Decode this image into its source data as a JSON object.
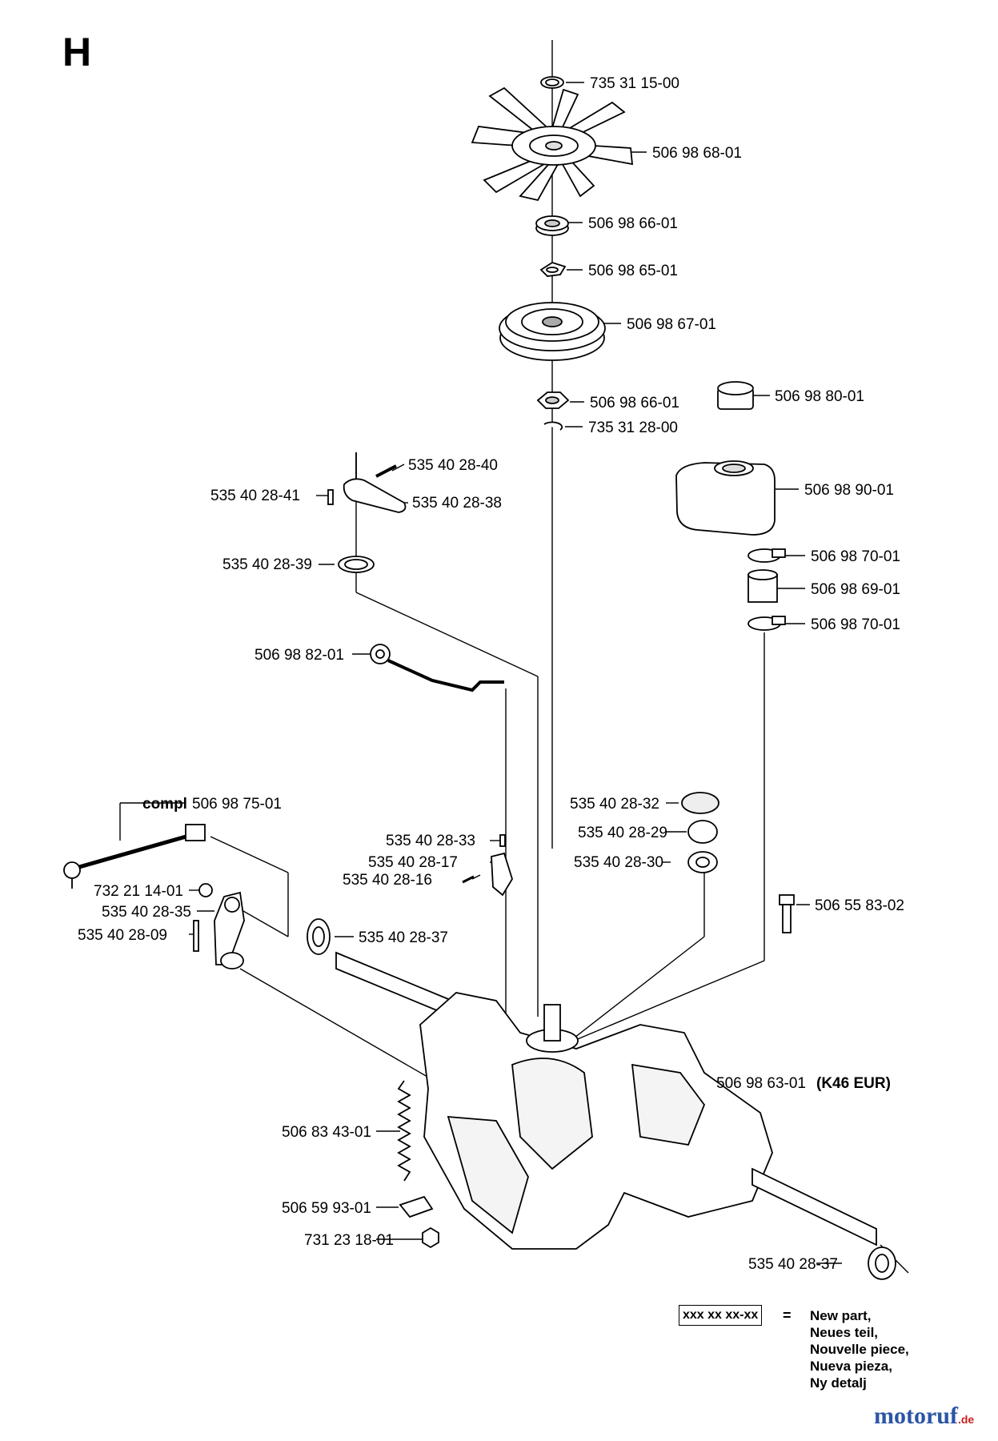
{
  "section_letter": "H",
  "labels": [
    {
      "id": "p-735-31-15-00",
      "text": "735 31 15-00"
    },
    {
      "id": "p-506-98-68-01",
      "text": "506 98 68-01"
    },
    {
      "id": "p-506-98-66-01-a",
      "text": "506 98 66-01"
    },
    {
      "id": "p-506-98-65-01",
      "text": "506 98 65-01"
    },
    {
      "id": "p-506-98-67-01",
      "text": "506 98 67-01"
    },
    {
      "id": "p-506-98-66-01-b",
      "text": "506 98 66-01"
    },
    {
      "id": "p-735-31-28-00",
      "text": "735 31 28-00"
    },
    {
      "id": "p-506-98-80-01",
      "text": "506 98 80-01"
    },
    {
      "id": "p-535-40-28-40",
      "text": "535 40 28-40"
    },
    {
      "id": "p-535-40-28-41",
      "text": "535 40 28-41"
    },
    {
      "id": "p-535-40-28-38",
      "text": "535 40 28-38"
    },
    {
      "id": "p-506-98-90-01",
      "text": "506 98 90-01"
    },
    {
      "id": "p-506-98-70-01-a",
      "text": "506 98 70-01"
    },
    {
      "id": "p-535-40-28-39",
      "text": "535 40 28-39"
    },
    {
      "id": "p-506-98-69-01",
      "text": "506 98 69-01"
    },
    {
      "id": "p-506-98-70-01-b",
      "text": "506 98 70-01"
    },
    {
      "id": "p-506-98-82-01",
      "text": "506 98 82-01"
    },
    {
      "id": "p-compl",
      "text": "compl",
      "bold": true
    },
    {
      "id": "p-506-98-75-01",
      "text": "506 98 75-01"
    },
    {
      "id": "p-535-40-28-32",
      "text": "535 40 28-32"
    },
    {
      "id": "p-535-40-28-29",
      "text": "535 40 28-29"
    },
    {
      "id": "p-535-40-28-33",
      "text": "535 40 28-33"
    },
    {
      "id": "p-535-40-28-17",
      "text": "535 40 28-17"
    },
    {
      "id": "p-535-40-28-30",
      "text": "535 40 28-30"
    },
    {
      "id": "p-535-40-28-16",
      "text": "535 40 28-16"
    },
    {
      "id": "p-732-21-14-01",
      "text": "732 21 14-01"
    },
    {
      "id": "p-506-55-83-02",
      "text": "506 55 83-02"
    },
    {
      "id": "p-535-40-28-35",
      "text": "535 40 28-35"
    },
    {
      "id": "p-535-40-28-09",
      "text": "535 40 28-09"
    },
    {
      "id": "p-535-40-28-37-a",
      "text": "535 40 28-37"
    },
    {
      "id": "p-506-98-63-01",
      "text": "506 98 63-01"
    },
    {
      "id": "p-k46-eur",
      "text": "(K46 EUR)",
      "bold": true
    },
    {
      "id": "p-506-83-43-01",
      "text": "506 83 43-01"
    },
    {
      "id": "p-506-59-93-01",
      "text": "506 59 93-01"
    },
    {
      "id": "p-731-23-18-01",
      "text": "731 23 18-01"
    },
    {
      "id": "p-535-40-28-37-b",
      "text": "535 40 28-37"
    }
  ],
  "legend": {
    "code": "xxx xx xx-xx",
    "equals": "=",
    "lines": [
      "New part,",
      "Neues teil,",
      "Nouvelle piece,",
      "Nueva pieza,",
      "Ny detalj"
    ]
  },
  "watermark": {
    "main": "motoruf",
    "suffix": ".de",
    "colors": [
      "#2b55a6",
      "#c8231e"
    ]
  }
}
